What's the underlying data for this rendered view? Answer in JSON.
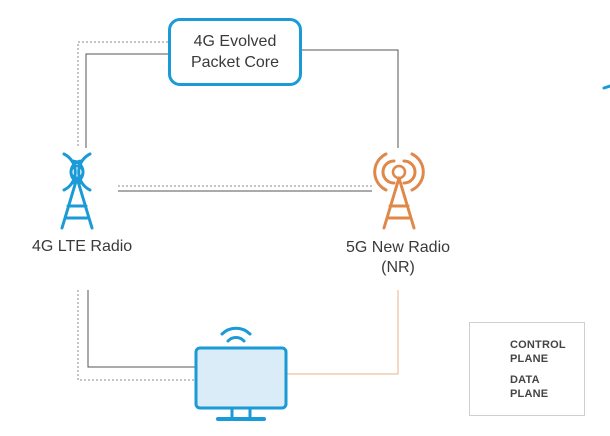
{
  "core": {
    "line1": "4G Evolved",
    "line2": "Packet Core"
  },
  "lte": {
    "label": "4G LTE Radio",
    "icon": "radio-tower-icon"
  },
  "nr": {
    "line1": "5G New Radio",
    "line2": "(NR)",
    "icon": "radio-tower-icon"
  },
  "device": {
    "icon": "monitor-wifi-icon"
  },
  "legend": {
    "control_line1": "CONTROL",
    "control_line2": "PLANE",
    "data_line1": "DATA",
    "data_line2": "PLANE"
  },
  "colors": {
    "lte_blue": "#1a9ad6",
    "nr_orange": "#e0874a",
    "line_gray": "#555555",
    "nr_link_orange": "#e8b48a",
    "monitor_fill": "#d9ecf7"
  }
}
